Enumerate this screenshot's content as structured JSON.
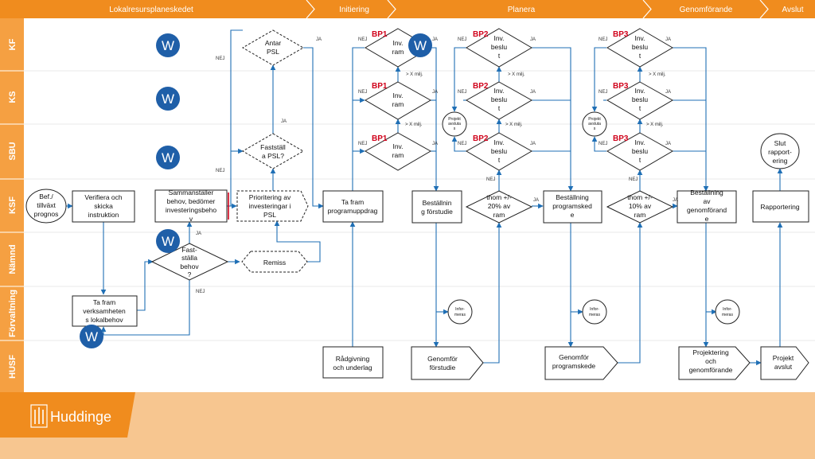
{
  "phases": [
    "Lokalresursplaneskedet",
    "Initiering",
    "Planera",
    "Genomförande",
    "Avslut"
  ],
  "lanes": [
    "KF",
    "KS",
    "SBU",
    "KSF",
    "Nämnd",
    "Förvaltning",
    "HUSF"
  ],
  "footer": {
    "logo_text": "Huddinge"
  },
  "w_icon": "W",
  "labels": {
    "bef": [
      "Bef./",
      "tillväxt",
      "prognos"
    ],
    "verifiera": [
      "Verifiera och",
      "skicka",
      "instruktion"
    ],
    "taframverk": [
      "Ta fram",
      "verksamheten",
      "s lokalbehov"
    ],
    "fastst_behov": [
      "Fast-",
      "ställa",
      "behov",
      "?"
    ],
    "sammanstaller": [
      "Sammanställer",
      "behov, bedömer",
      "investeringsbeho",
      "v"
    ],
    "antar": [
      "Antar",
      "PSL"
    ],
    "faststall_psl": [
      "Fastställ",
      "a PSL?"
    ],
    "prioritering": [
      "Prioritering av",
      "investeringar i",
      "PSL"
    ],
    "remiss": [
      "Remiss"
    ],
    "taframprog": [
      "Ta fram",
      "programuppdrag"
    ],
    "radgivning": [
      "Rådgivning",
      "och underlag"
    ],
    "invram": [
      "Inv.",
      "ram"
    ],
    "invbeslut": [
      "Inv.",
      "beslu",
      "t"
    ],
    "projavslut": [
      "Projekt",
      "avsluta",
      "s"
    ],
    "bestforstudie": [
      "Beställnin",
      "g förstudie"
    ],
    "genomforstudie": [
      "Genomför",
      "förstudie"
    ],
    "informeras": [
      "Infor-",
      "meras"
    ],
    "thom20": [
      "thom +/-",
      "20% av",
      "ram"
    ],
    "bestprogramskede": [
      "Beställning",
      "programsked",
      "e"
    ],
    "genomprogramskede": [
      "Genomför",
      "programskede"
    ],
    "thom10": [
      "thom +/-",
      "10% av",
      "ram"
    ],
    "bestgenomforande": [
      "Beställning",
      "av",
      "genomförand",
      "e"
    ],
    "projektering": [
      "Projektering",
      "och",
      "genomförande"
    ],
    "rapportering": [
      "Rapportering"
    ],
    "slutrapport": [
      "Slut",
      "rapport-",
      "ering"
    ],
    "projektavslut": [
      "Projekt",
      "avslut"
    ]
  },
  "yn": {
    "ja": "JA",
    "nej": "NEJ",
    "xmilj": "> X milj."
  },
  "bp": {
    "bp1": "BP1",
    "bp2": "BP2",
    "bp3": "BP3"
  },
  "colors": {
    "orange": "#f08c1e",
    "lane_header": "#f5a042",
    "footer_light": "#f7c690",
    "line": "#1f6fb5",
    "w": "#1f5fa8"
  }
}
